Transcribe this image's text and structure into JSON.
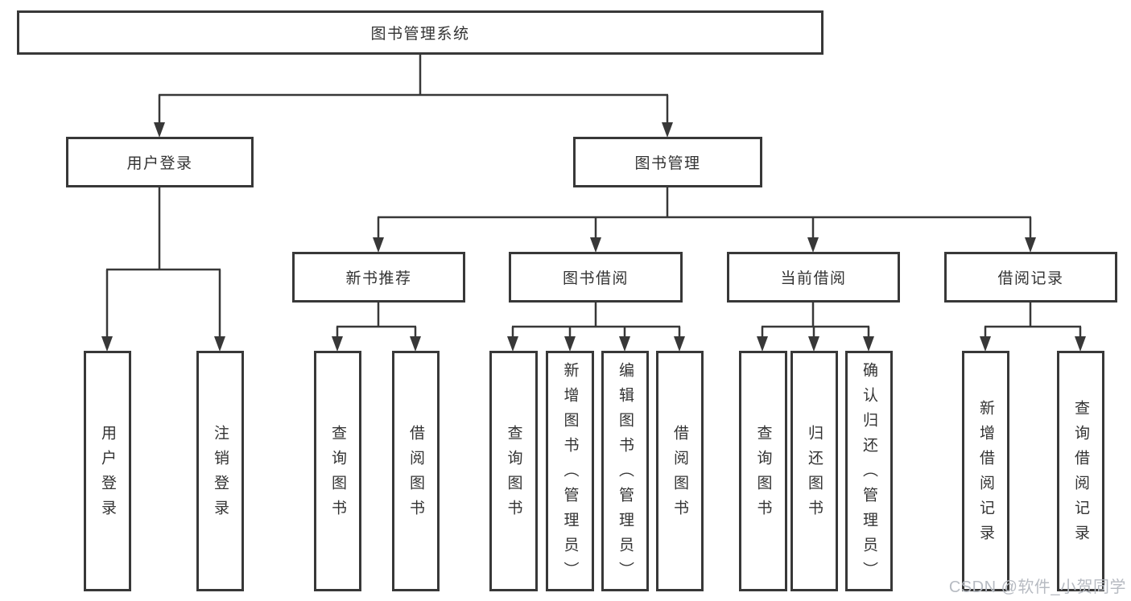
{
  "diagram": {
    "root": {
      "label": "图书管理系统"
    },
    "branches": [
      {
        "label": "用户登录",
        "children": [
          {
            "label": "用户登录"
          },
          {
            "label": "注销登录"
          }
        ]
      },
      {
        "label": "图书管理",
        "children": [
          {
            "label": "新书推荐",
            "children": [
              {
                "label": "查询图书"
              },
              {
                "label": "借阅图书"
              }
            ]
          },
          {
            "label": "图书借阅",
            "children": [
              {
                "label": "查询图书"
              },
              {
                "label": "新增图书（管理员）"
              },
              {
                "label": "编辑图书（管理员）"
              },
              {
                "label": "借阅图书"
              }
            ]
          },
          {
            "label": "当前借阅",
            "children": [
              {
                "label": "查询图书"
              },
              {
                "label": "归还图书"
              },
              {
                "label": "确认归还（管理员）"
              }
            ]
          },
          {
            "label": "借阅记录",
            "children": [
              {
                "label": "新增借阅记录"
              },
              {
                "label": "查询借阅记录"
              }
            ]
          }
        ]
      }
    ]
  },
  "colors": {
    "line": "#383838",
    "box_border": "#383838",
    "text": "#333333",
    "background": "#ffffff",
    "watermark": "#b7bbc2"
  },
  "watermark": {
    "text": "CSDN @软件_小贺同学"
  }
}
